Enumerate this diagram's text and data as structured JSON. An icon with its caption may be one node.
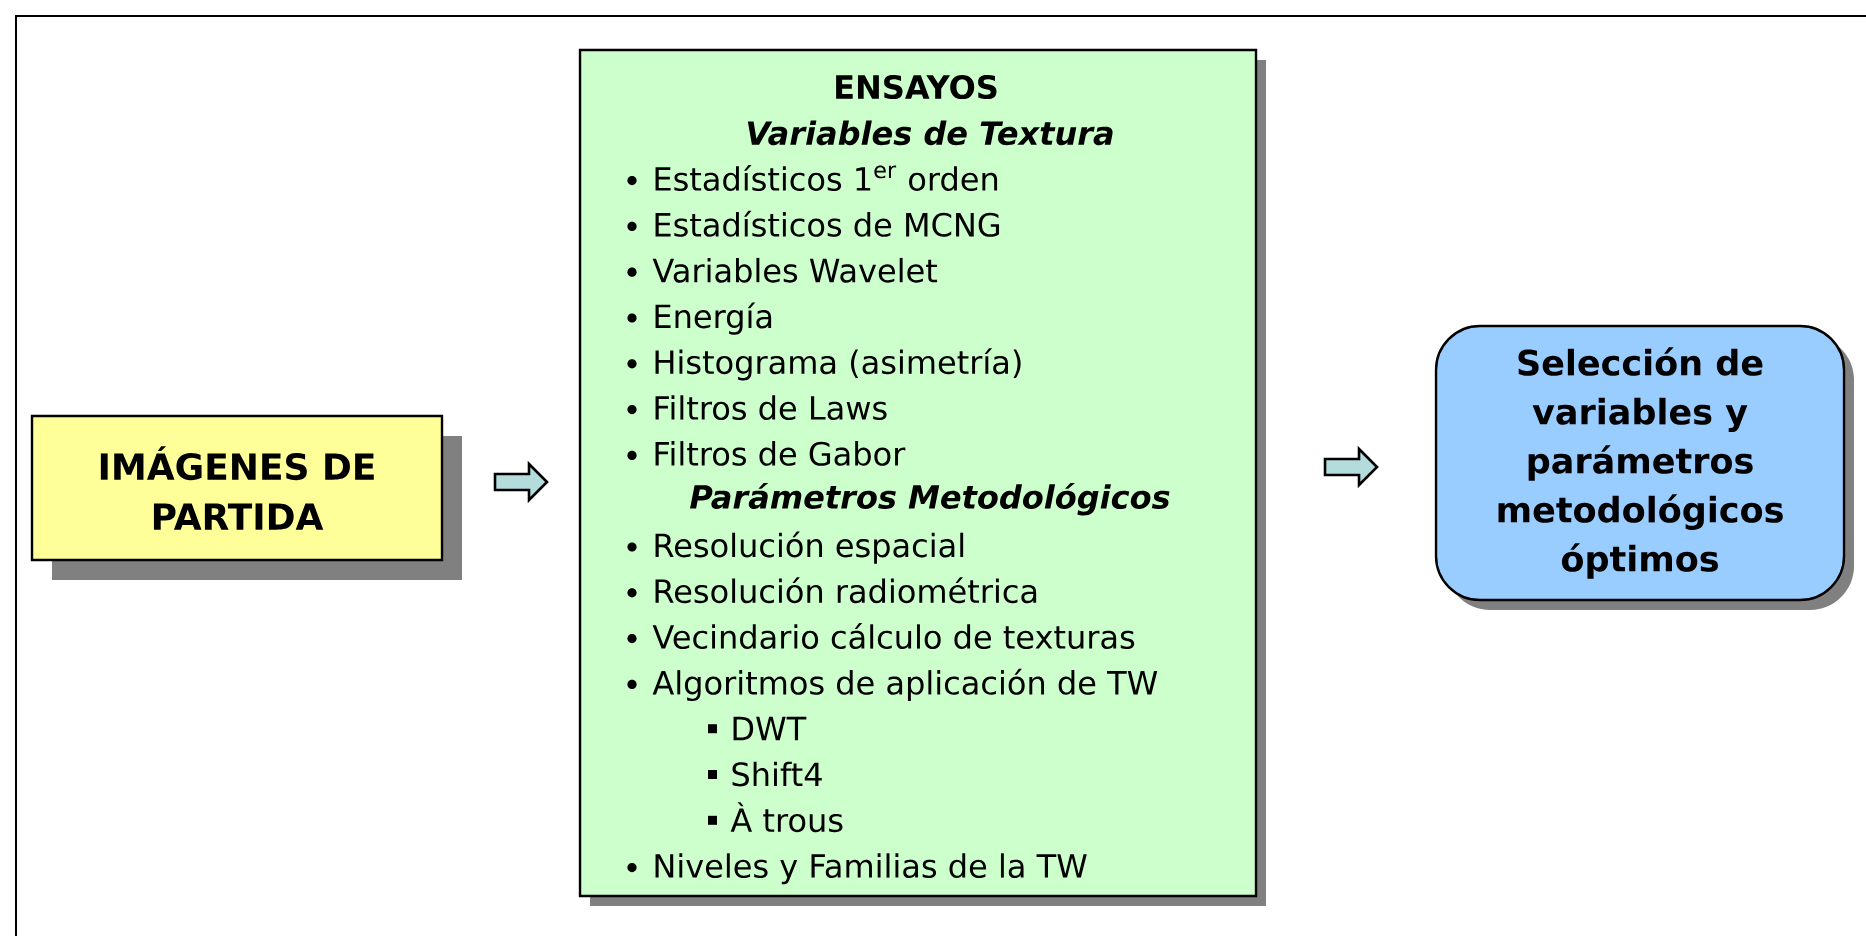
{
  "diagram": {
    "nodes": [
      {
        "text": [
          "IMÁGENES DE PARTIDA"
        ]
      },
      {
        "text": [
          "ENSAYOS",
          "Variables de Textura",
          "Estadísticos 1$^{er}$ orden",
          "Estadísticos de MCNG",
          "Variables Wavelet",
          "Energía",
          "Histograma (asimetría)",
          "Filtros de Laws",
          "Filtros de Gabor",
          "Parámetros Metodológicos",
          "Resolución espacial",
          "Resolución radiométrica",
          "Vecindario cálculo de texturas",
          "Algoritmos de aplicación de TW",
          "DWT",
          "Shift4",
          "À trous",
          "Niveles y Familias de la TW"
        ]
      },
      {
        "text": [
          "Selección de variables y parámetros metodológicos óptimos"
        ]
      }
    ],
    "edges": [
      {
        "from": 0,
        "to": 1,
        "arrow": "to"
      },
      {
        "from": 1,
        "to": 2,
        "arrow": "to"
      }
    ]
  }
}
